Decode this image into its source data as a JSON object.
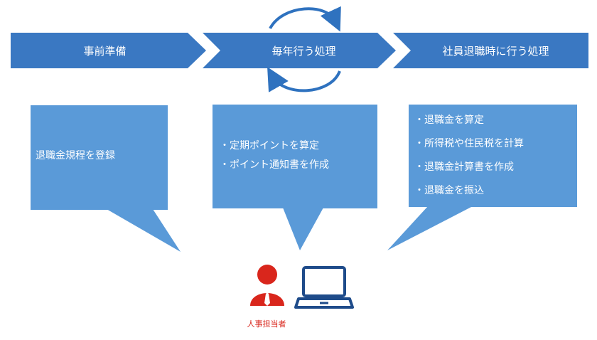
{
  "steps": [
    {
      "label": "事前準備"
    },
    {
      "label": "毎年行う処理"
    },
    {
      "label": "社員退職時に行う処理"
    }
  ],
  "boxes": [
    {
      "items": [
        "退職金規程を登録"
      ]
    },
    {
      "items": [
        "・定期ポイントを算定",
        "・ポイント通知書を作成"
      ]
    },
    {
      "items": [
        "・退職金を算定",
        "・所得税や住民税を計算",
        "・退職金計算書を作成",
        "・退職金を振込"
      ]
    }
  ],
  "person": {
    "label": "人事担当者"
  },
  "icons": {
    "cycle": "cycle-arrows-icon",
    "person": "person-icon",
    "laptop": "laptop-icon"
  },
  "colors": {
    "arrow": "#3a78c2",
    "box": "#5a9ad8",
    "cycle": "#2f72bf",
    "person": "#d9261c",
    "laptop": "#1e4b8a"
  }
}
